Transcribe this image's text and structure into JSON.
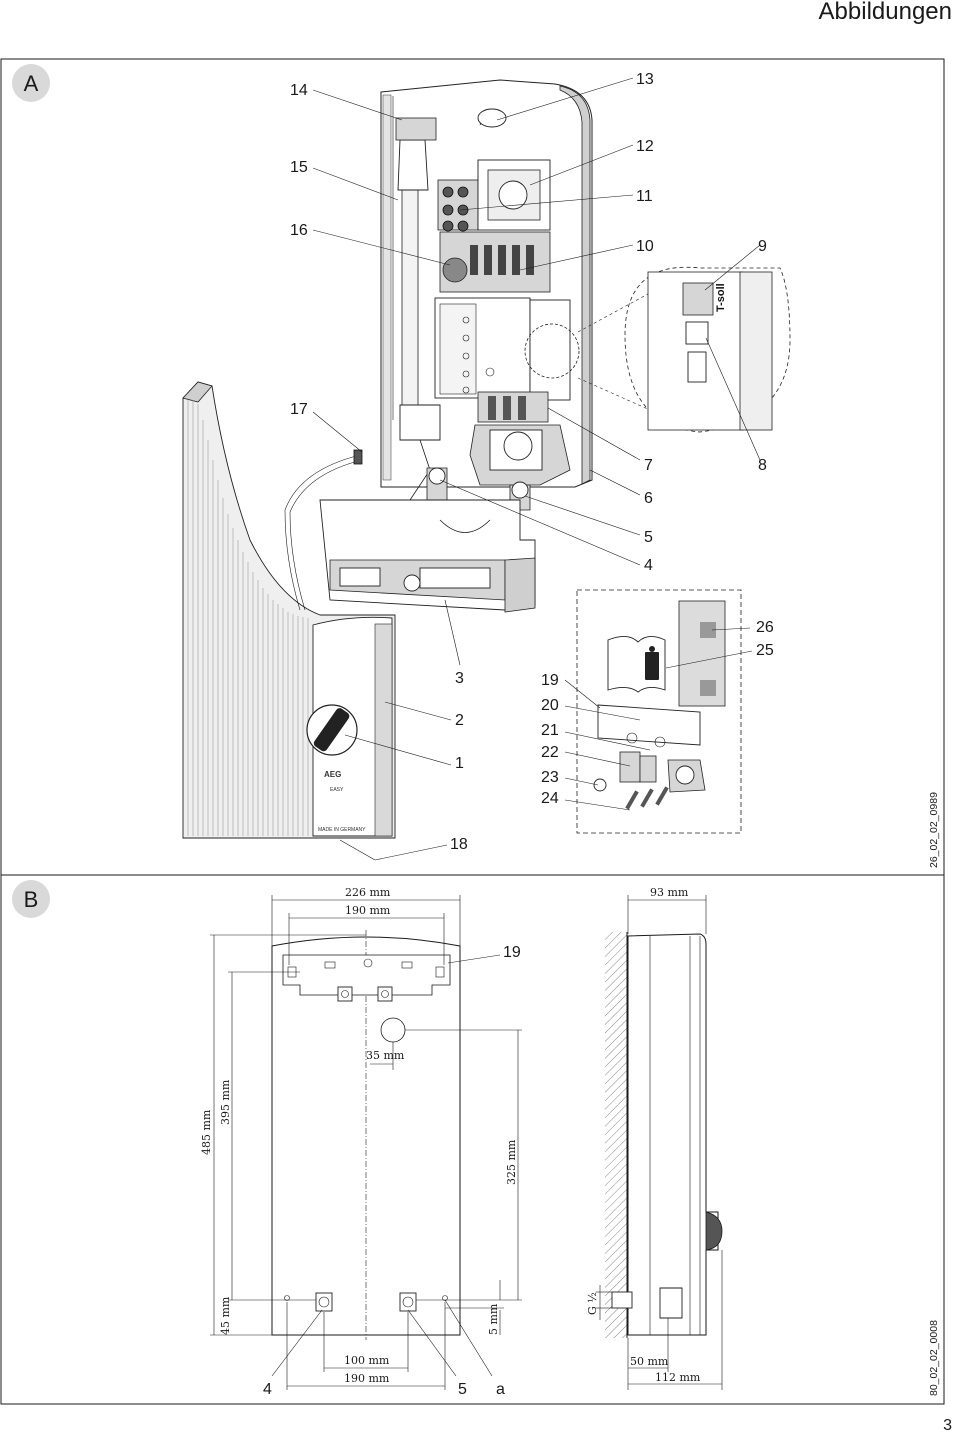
{
  "header": {
    "title": "Abbildungen"
  },
  "footer": {
    "page_number": "3"
  },
  "panel_a": {
    "badge": "A",
    "image_code": "26_02_02_0989",
    "callouts": [
      "1",
      "2",
      "3",
      "4",
      "5",
      "6",
      "7",
      "8",
      "9",
      "10",
      "11",
      "12",
      "13",
      "14",
      "15",
      "16",
      "17",
      "18",
      "19",
      "20",
      "21",
      "22",
      "23",
      "24",
      "25",
      "26"
    ],
    "device_brand": "AEG",
    "device_model": "EASY",
    "device_origin": "MADE IN GERMANY",
    "detail_label": "T-soll"
  },
  "panel_b": {
    "badge": "B",
    "image_code": "80_02_02_0008",
    "dimensions": {
      "width_total": "226 mm",
      "width_holes": "190 mm",
      "depth_total": "93 mm",
      "height_total": "485 mm",
      "height_mount": "395 mm",
      "pipe_to_center": "35 mm",
      "pipe_vertical": "325 mm",
      "bottom_offset": "45 mm",
      "side_offset": "5 mm",
      "connection_spacing": "100 mm",
      "bottom_holes": "190 mm",
      "thread": "G ½",
      "depth_connection": "50 mm",
      "depth_with_connection": "112 mm"
    },
    "callouts": {
      "bracket": "19",
      "left_connection": "4",
      "right_connection": "5",
      "hole": "a"
    }
  }
}
